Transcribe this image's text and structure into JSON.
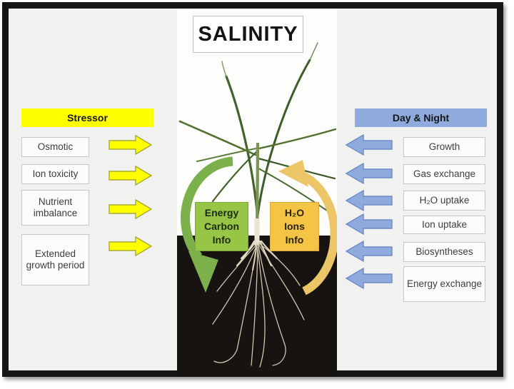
{
  "figure": {
    "title": "SALINITY",
    "stressor_panel": {
      "header": "Stressor",
      "items": [
        "Osmotic",
        "Ion toxicity",
        "Nutrient imbalance",
        "Extended growth period"
      ]
    },
    "day_night_panel": {
      "header": "Day & Night",
      "items": [
        "Growth",
        "Gas exchange",
        "H₂O uptake",
        "Ion uptake",
        "Biosyntheses",
        "Energy exchange"
      ]
    },
    "center_labels": {
      "energy_box": [
        "Energy",
        "Carbon",
        "Info"
      ],
      "water_box": [
        "H₂O",
        "Ions",
        "Info"
      ]
    },
    "colors": {
      "stressor_header_bg": "#ffff00",
      "day_night_header_bg": "#8faadc",
      "yellow_arrow": "#ffff00",
      "blue_arrow": "#8faadc",
      "energy_box_bg": "#97c646",
      "water_box_bg": "#f4c445",
      "green_flow_arrow": "#7bb04a",
      "amber_flow_arrow": "#ecc566",
      "soil": "#171310"
    }
  }
}
